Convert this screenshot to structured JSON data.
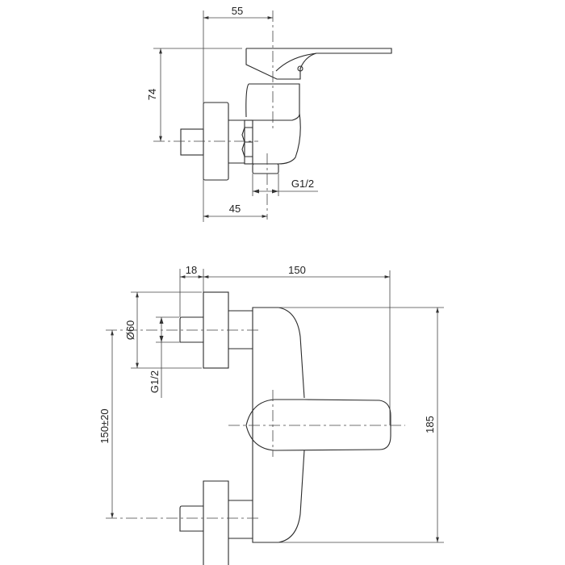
{
  "top_view": {
    "dims": {
      "width_55": "55",
      "height_74": "74",
      "offset_45": "45",
      "outlet_thread": "G1/2"
    }
  },
  "front_view": {
    "dims": {
      "flange_18": "18",
      "length_150": "150",
      "flange_diameter": "Ø60",
      "inlet_thread": "G1/2",
      "spacing": "150±20",
      "height_185": "185"
    }
  }
}
